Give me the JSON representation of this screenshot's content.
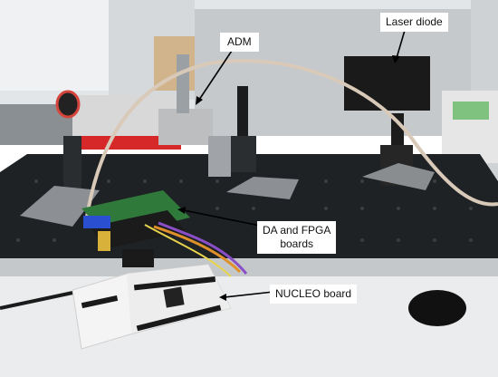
{
  "labels": {
    "laser_diode": "Laser diode",
    "adm": "ADM",
    "da_fpga_line1": "DA and FPGA",
    "da_fpga_line2": "boards",
    "nucleo": "NUCLEO board"
  },
  "colors": {
    "wall": "#dfe3e6",
    "optical_table": "#1e2124",
    "table_edge": "#c9ccce",
    "bench": "#e8e9ea",
    "pcb_green": "#2f7a3a",
    "nucleo_white": "#f2f2f2",
    "cable": "#d8c9b8",
    "arrow": "#000000"
  }
}
